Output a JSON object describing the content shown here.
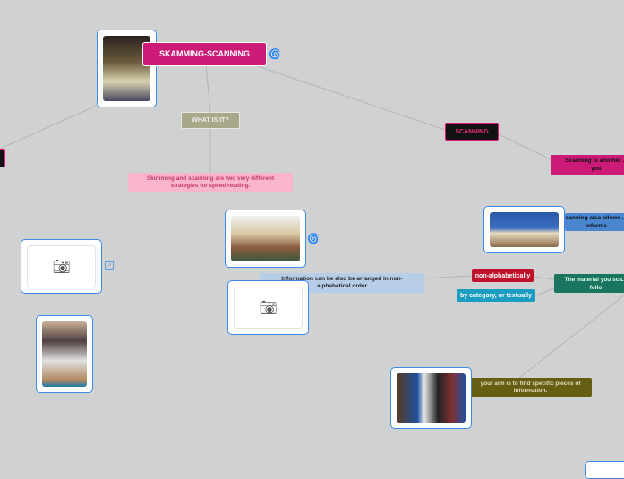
{
  "root": {
    "title": "SKAMMING-SCANNING"
  },
  "what": {
    "label": "WHAT IS IT?",
    "desc": "Skimming and scanning are two very different strategies for speed reading."
  },
  "scanning": {
    "label": "SCANNING",
    "another": "Scanning is another ... you",
    "allows": "canning also allows ... informa",
    "material": "The material you sca... follo",
    "non_alpha": "non-alphabetically",
    "by_category": "by category, or textually",
    "arranged": "Information can be also be arranged in non-alphabetical order",
    "aim": "your aim is to find specific pieces of information."
  },
  "colors": {
    "background": "#d0d1d3",
    "root": "#cc1a77",
    "what": "#a9a88a",
    "pink": "#f9b5cc",
    "scanning_bg": "#111111",
    "blue": "#4a86d0",
    "green": "#1a7560",
    "red": "#c0102a",
    "cyan": "#1a9dc0",
    "olive": "#665e12",
    "lightblue": "#b8cde8"
  },
  "icons": [
    "spiral-icon",
    "camera-icon",
    "link-icon"
  ]
}
